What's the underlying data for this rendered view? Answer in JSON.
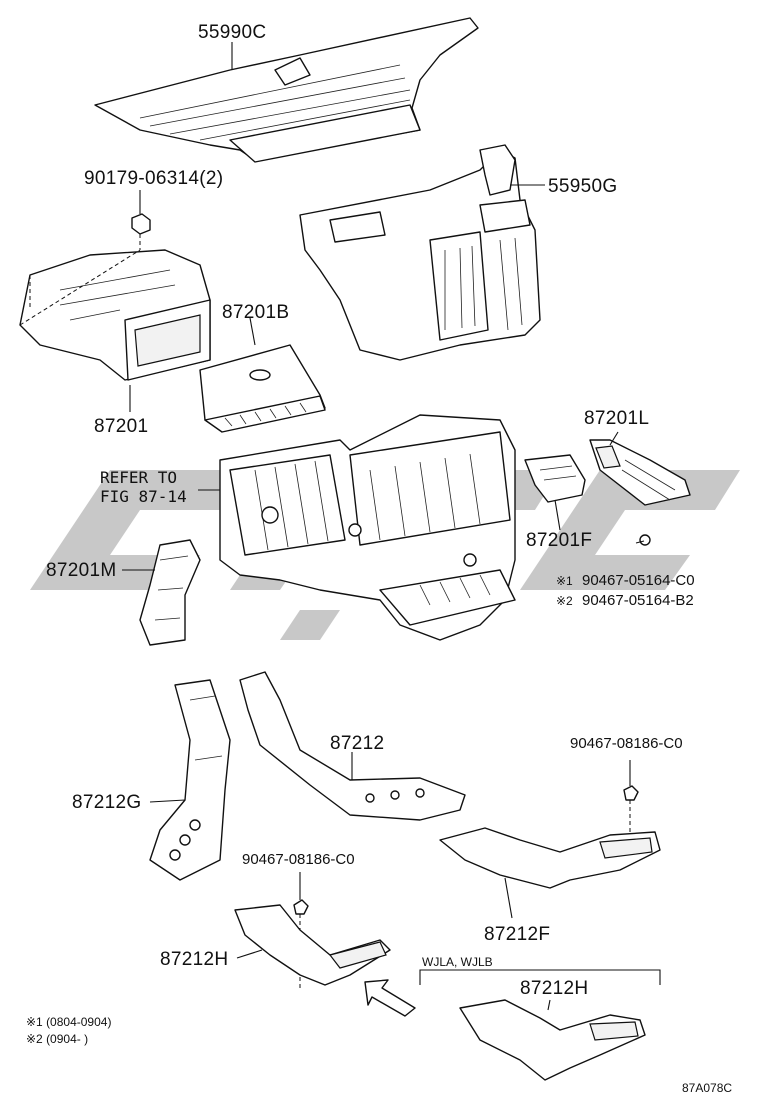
{
  "labels": {
    "p55990C": "55990C",
    "p90179": "90179-06314(2)",
    "p55950G": "55950G",
    "p87201B": "87201B",
    "p87201": "87201",
    "p87201L": "87201L",
    "refer_line1": "REFER TO",
    "refer_line2": "FIG 87-14",
    "p87201F": "87201F",
    "p87201M": "87201M",
    "bolt1": "90467-05164-C0",
    "bolt2": "90467-05164-B2",
    "p87212": "87212",
    "bolt3": "90467-08186-C0",
    "p87212G": "87212G",
    "bolt4": "90467-08186-C0",
    "p87212F": "87212F",
    "p87212H_a": "87212H",
    "wjla": "WJLA, WJLB",
    "p87212H_b": "87212H"
  },
  "notes": {
    "note1": "※1 (0804-0904)",
    "note2": "※2 (0904-      )",
    "mark1": "※1",
    "mark2": "※2"
  },
  "diagram_code": "87A078C",
  "colors": {
    "line": "#111111",
    "watermark": "#9a9a9a",
    "background": "#ffffff"
  }
}
